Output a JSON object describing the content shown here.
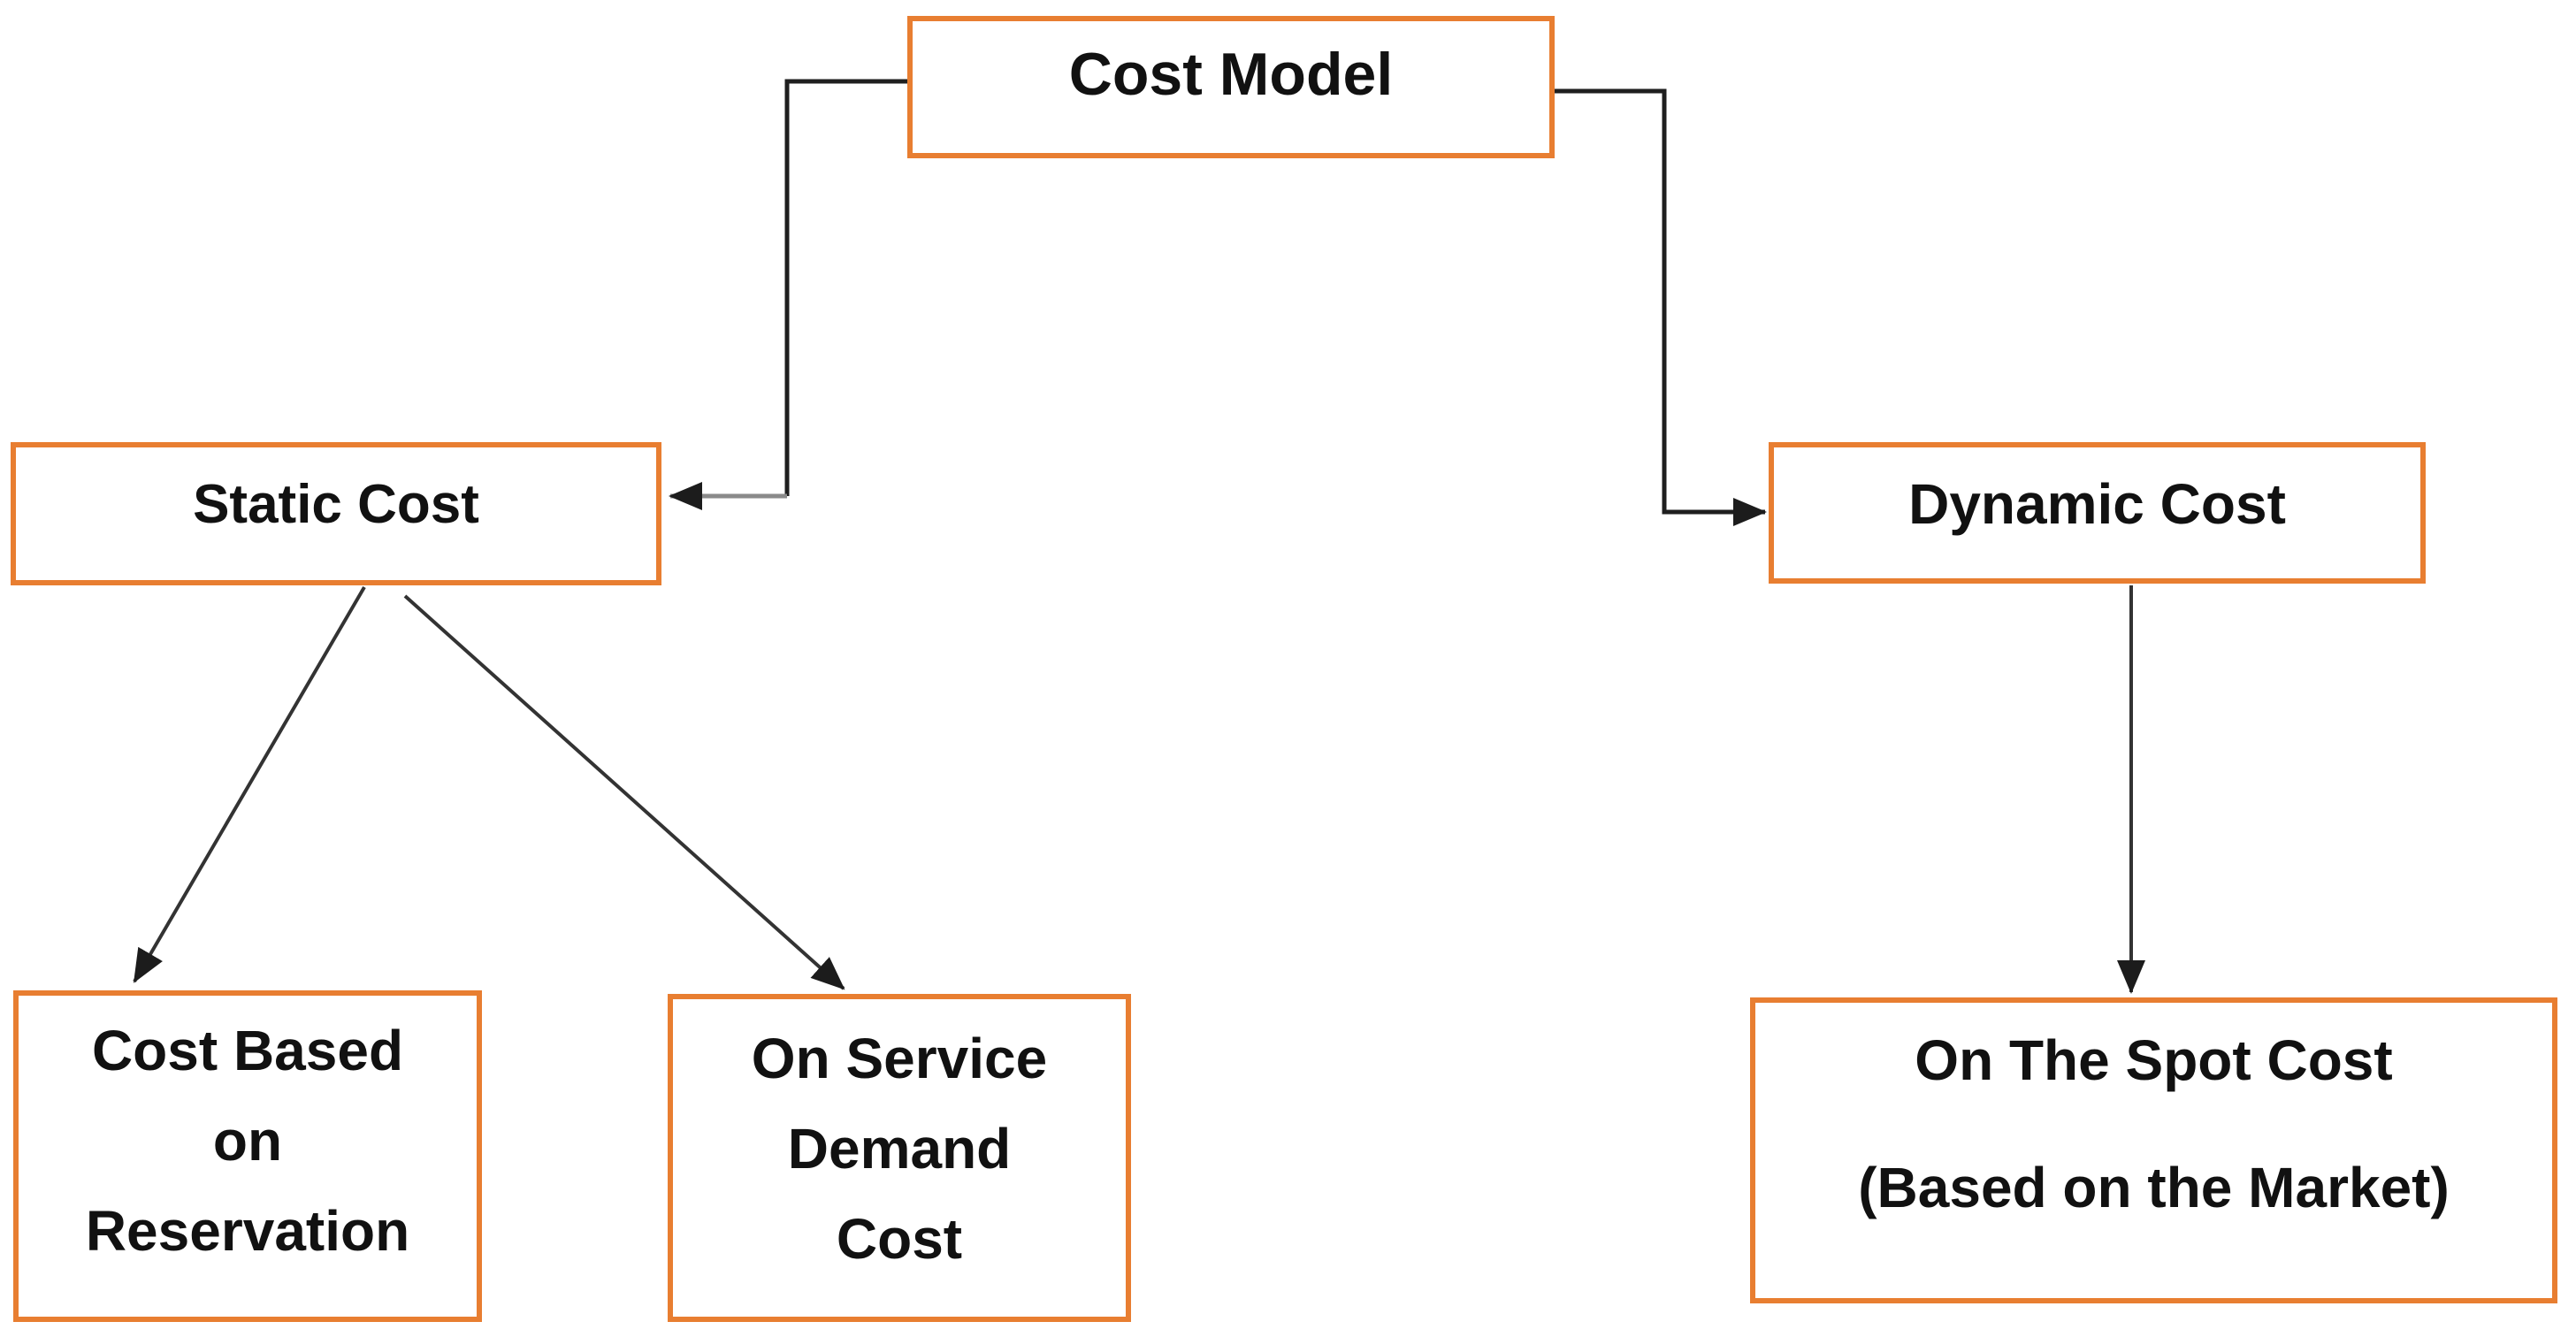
{
  "colors": {
    "background": "#FFFFFF",
    "box_border": "#E87E31",
    "text": "#111111",
    "connector": "#1F1F1F",
    "connector_shadow": "#8A8A8A",
    "diagonal": "#333333"
  },
  "nodes": {
    "cost_model": {
      "label": "Cost Model"
    },
    "static_cost": {
      "label": "Static Cost"
    },
    "dynamic_cost": {
      "label": "Dynamic Cost"
    },
    "cost_based_on_reservation": {
      "label": "Cost Based\non\nReservation"
    },
    "on_service_demand_cost": {
      "label": "On Service\nDemand\nCost"
    },
    "on_the_spot_cost": {
      "label": "On The Spot Cost\n\n(Based on the Market)"
    }
  },
  "edges": [
    {
      "from": "Cost Model",
      "to": "Static Cost"
    },
    {
      "from": "Cost Model",
      "to": "Dynamic Cost"
    },
    {
      "from": "Static Cost",
      "to": "Cost Based on Reservation"
    },
    {
      "from": "Static Cost",
      "to": "On Service Demand Cost"
    },
    {
      "from": "Dynamic Cost",
      "to": "On The Spot Cost (Based on the Market)"
    }
  ]
}
